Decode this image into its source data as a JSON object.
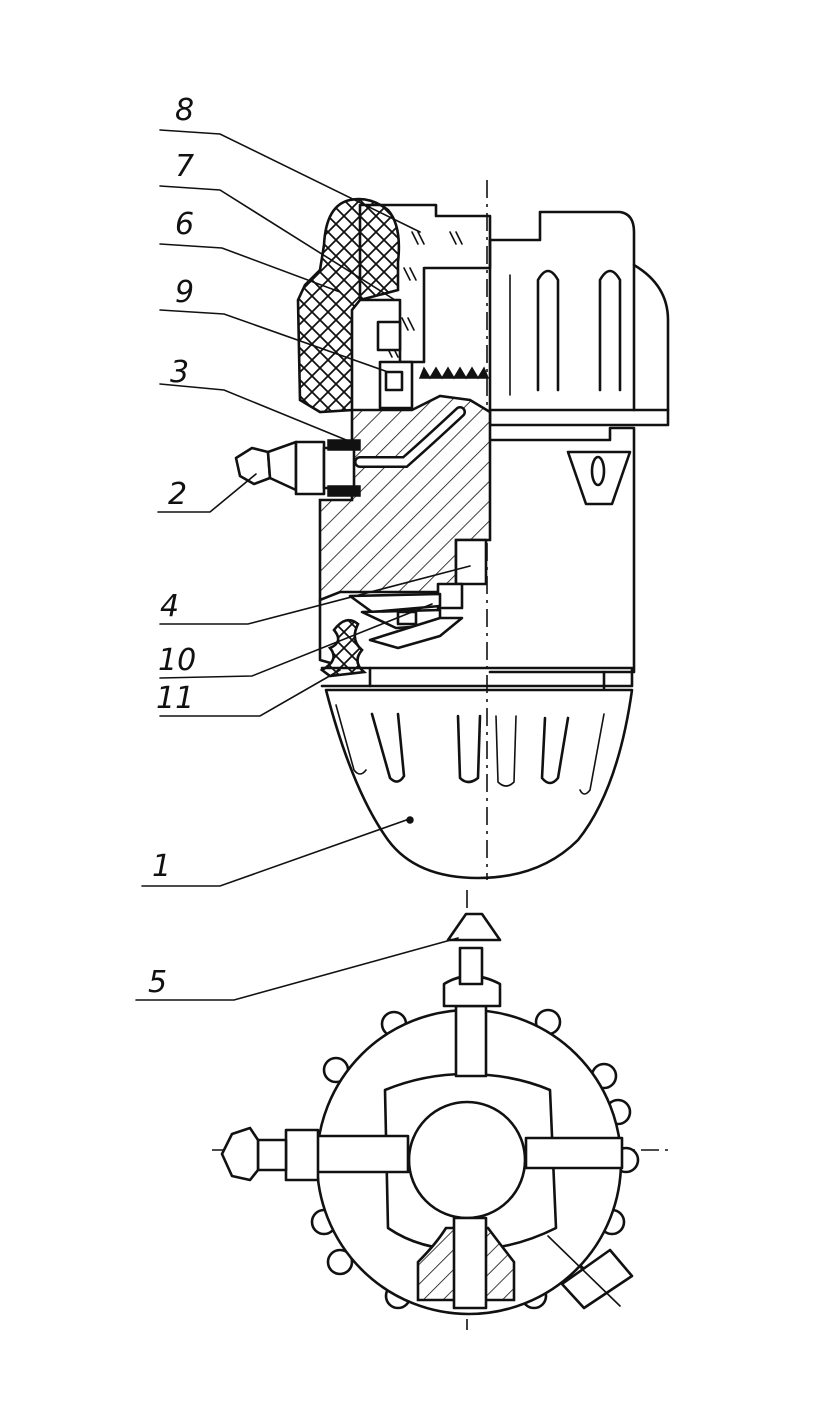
{
  "labels": [
    "8",
    "7",
    "6",
    "9",
    "3",
    "2",
    "4",
    "10",
    "11",
    "1",
    "5"
  ],
  "colors": {
    "ink": "#111111",
    "paper": "#ffffff"
  }
}
